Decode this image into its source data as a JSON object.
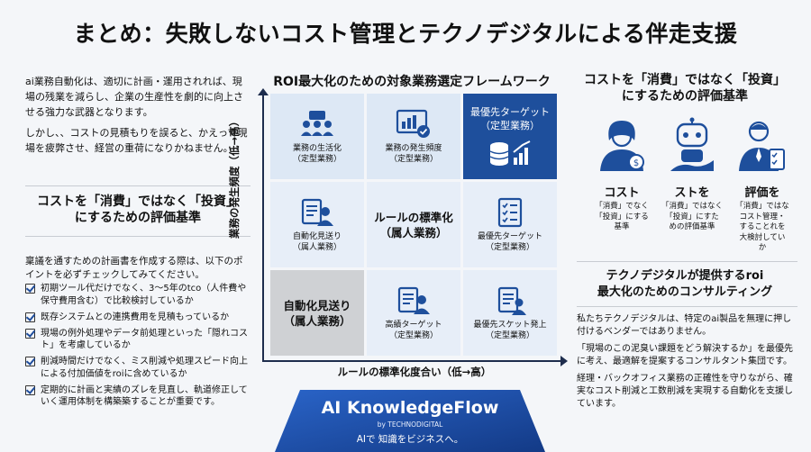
{
  "title": "まとめ：失敗しないコスト管理とテクノデジタルによる伴走支援",
  "left": {
    "intro_1": "ai業務自動化は、適切に計画・運用されれば、現場の残業を減らし、企業の生産性を劇的に向上させる強力な武器となります。",
    "intro_2": "しかし、、コストの見積もりを誤ると、かえって現場を疲弊させ、経営の重荷になりかねません。",
    "heading_1": "コストを「消費」ではなく「投資」",
    "heading_2": "にするための評価基準",
    "lead": "稟議を通すための計画書を作成する際は、以下のポイントを必ずチェックしてみてください。",
    "checklist": [
      "初期ツール代だけでなく、3〜5年のtco（人件費や保守費用含む）で比較検討しているか",
      "既存システムとの連携費用を見積もっているか",
      "現場の例外処理やデータ前処理といった「隠れコスト」を考慮しているか",
      "削減時間だけでなく、ミス削減や処理スピード向上による付加価値をroiに含めているか",
      "定期的に計画と実績のズレを見直し、軌道修正していく運用体制を構築築することが重要です。"
    ]
  },
  "matrix": {
    "title": "ROI最大化のための対象業務選定フレームワーク",
    "y_axis": "業務の発生頻度（低→高）",
    "x_axis": "ルールの標準化度合い（低→高）",
    "cells": {
      "r1c1": [
        "業務の生活化",
        "（定型業務）"
      ],
      "r1c2": [
        "業務の発生頻度",
        "（定型業務）"
      ],
      "r1c3": [
        "最優先ターゲット",
        "（定型業務）"
      ],
      "r2c1": [
        "自動化見送り",
        "（属人業務）"
      ],
      "r2c2": [
        "ルールの標準化",
        "（属人業務）"
      ],
      "r2c3": [
        "最優先ターゲット",
        "（定型業務）"
      ],
      "r3c1": [
        "自動化見送り",
        "（属人業務）"
      ],
      "r3c2": [
        "高績ターゲット",
        "（定型業務）"
      ],
      "r3c3": [
        "最優先スケット発上",
        "（定型業務）"
      ]
    }
  },
  "logo": {
    "name": "AI KnowledgeFlow",
    "by": "by TECHNODIGITAL",
    "tagline": "AIで 知識をビジネスへ。"
  },
  "right": {
    "heading_1": "コストを「消費」ではなく「投資」",
    "heading_2": "にするための評価基準",
    "personas": [
      {
        "name": "コスト",
        "desc_1": "「消費」でなく",
        "desc_2": "「投資」にする",
        "desc_3": "基準"
      },
      {
        "name": "ストを",
        "desc_1": "「消費」ではなく",
        "desc_2": "「投資」にすた",
        "desc_3": "めの評価基準"
      },
      {
        "name": "評価を",
        "desc_1": "「消費」ではな",
        "desc_2": "コスト管理・",
        "desc_3": "することれを",
        "desc_4": "大検討してい",
        "desc_5": "か"
      }
    ],
    "consult_heading_1": "テクノデジタルが提供するroi",
    "consult_heading_2": "最大化のためのコンサルティング",
    "consult_1": "私たちテクノデジタルは、特定のai製品を無理に押し付けるベンダーではありません。",
    "consult_2": "「現場のこの泥臭い課題をどう解決するか」を最優先に考え、最適解を提案するコンサルタント集団です。",
    "consult_3": "経理・バックオフィス業務の正確性を守りながら、確実なコスト削減と工数削減を実現する自動化を支援しています。"
  },
  "colors": {
    "navy": "#1e4f9c",
    "cell_light": "#dde8f5",
    "cell_gray": "#cfd1d4",
    "text": "#111111"
  }
}
